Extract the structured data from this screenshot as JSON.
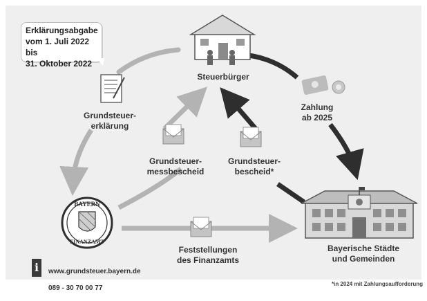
{
  "nodes": {
    "citizen": "Steuerbürger",
    "declaration": "Grundsteuer-\nerklärung",
    "municipalities": "Bayerische Städte\nund Gemeinden",
    "tax_office_seal_top": "BAYERN",
    "tax_office_seal_bottom": "FINANZAMT"
  },
  "flows": {
    "payment": "Zahlung\nab 2025",
    "assessment_notice": "Grundsteuer-\nmessbescheid",
    "tax_notice": "Grundsteuer-\nbescheid*",
    "findings": "Feststellungen\ndes Finanzamts"
  },
  "callout": {
    "text": "Erklärungsabgabe\nvom 1. Juli 2022 bis\n31. Oktober 2022"
  },
  "contact": {
    "url": "www.grundsteuer.bayern.de",
    "phone": "089 - 30 70 00 77",
    "info_icon_glyph": "i"
  },
  "footnote": "*in 2024 mit Zahlungsaufforderung",
  "colors": {
    "light_arrow": "#b3b3b3",
    "dark_arrow": "#2e2e2e",
    "panel": "#efefef"
  }
}
